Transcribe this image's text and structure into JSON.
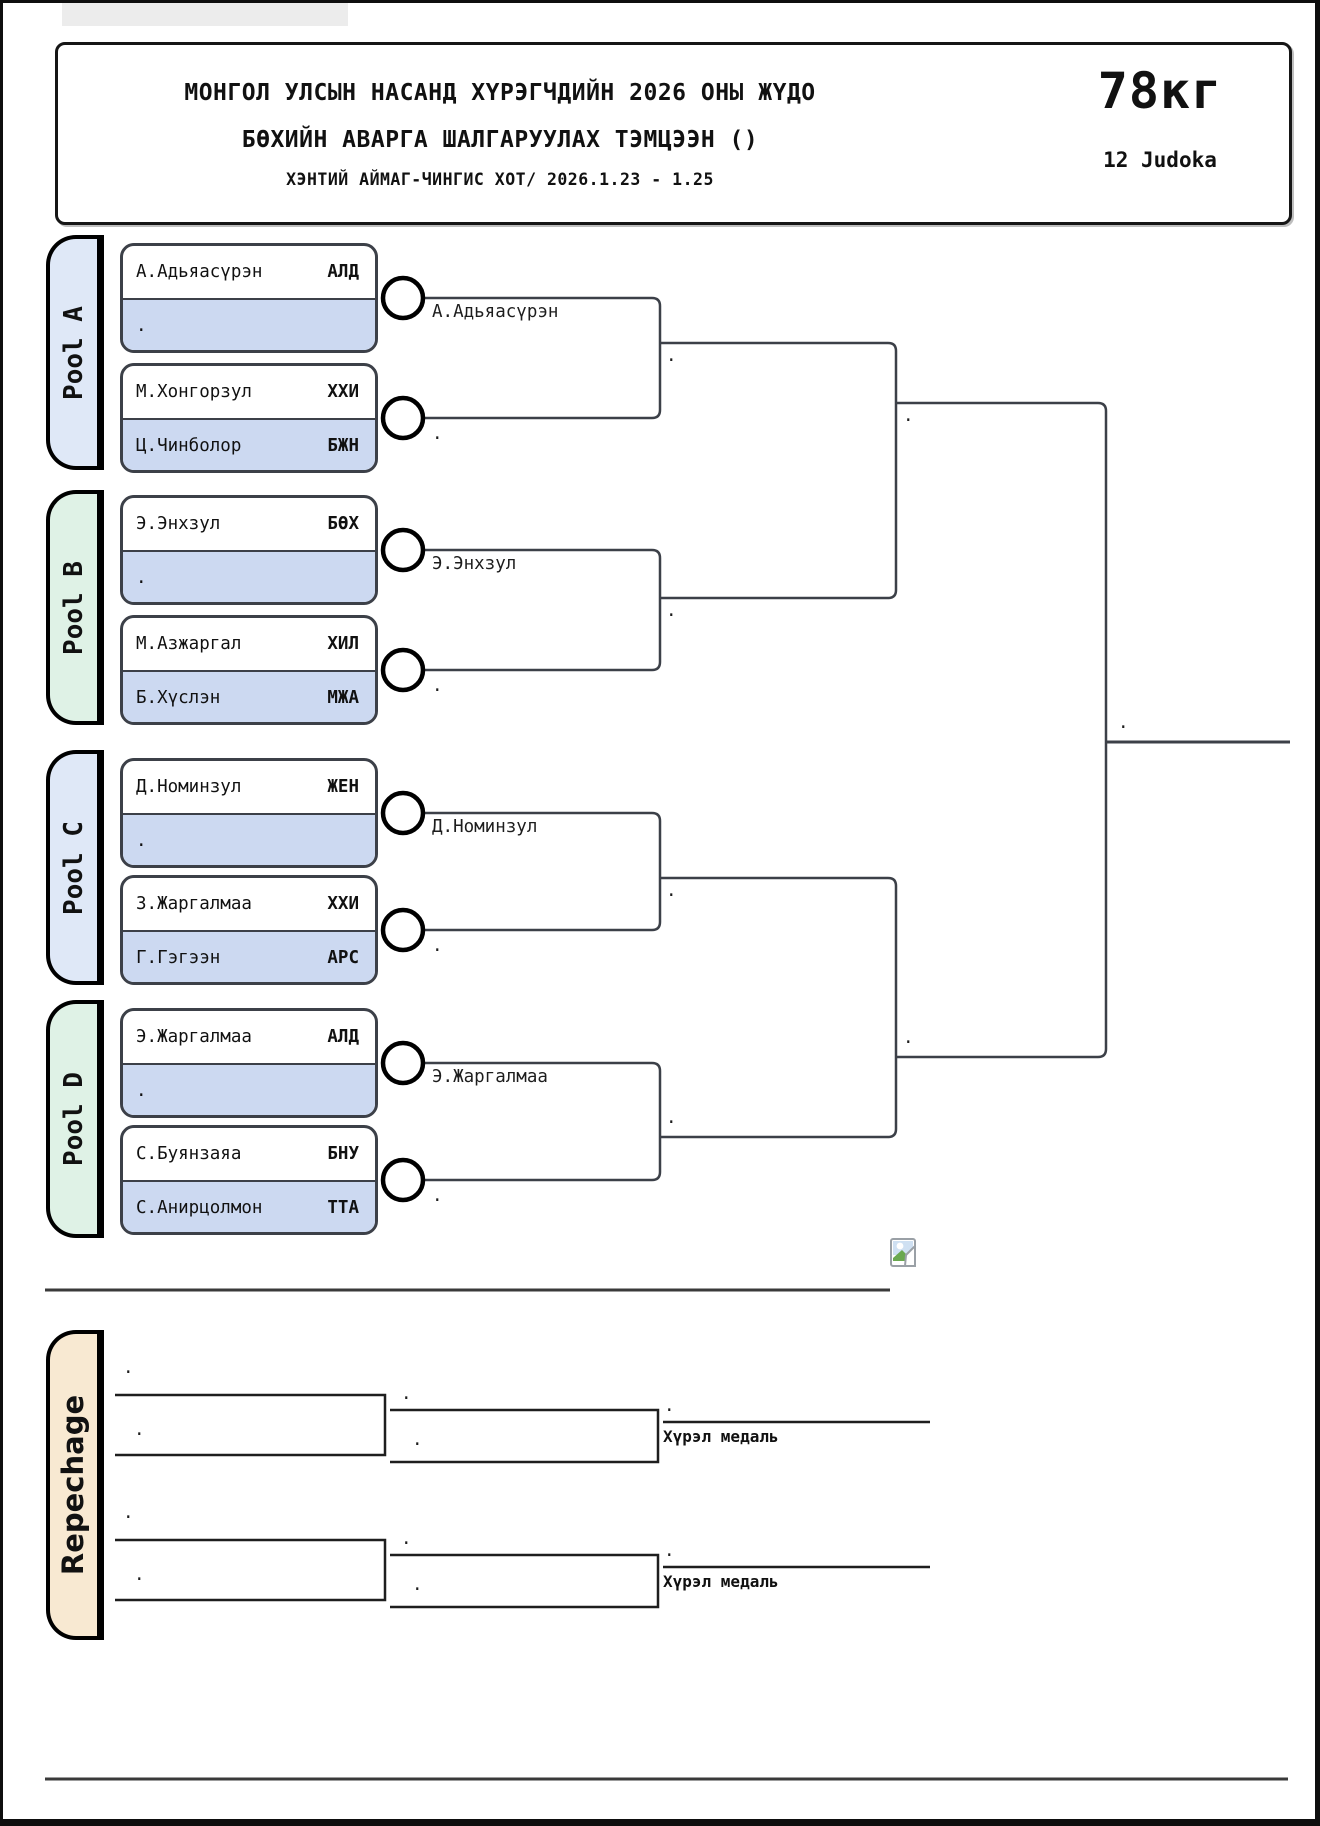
{
  "header": {
    "title_line1": "МОНГОЛ УЛСЫН НАСАНД ХҮРЭГЧДИЙН 2026 ОНЫ ЖҮДО",
    "title_line2": "БӨХИЙН АВАРГА ШАЛГАРУУЛАХ ТЭМЦЭЭН ()",
    "subtitle": "ХЭНТИЙ АЙМАГ-ЧИНГИС ХОТ/ 2026.1.23 - 1.25",
    "weight_class": "78кг",
    "judoka_count": "12 Judoka"
  },
  "pools": [
    {
      "label": "Pool A",
      "advancer": "А.Адьяасүрэн",
      "color": "#dfe8f7",
      "boxes": [
        {
          "row1": {
            "name": "А.Адьяасүрэн",
            "club": "АЛД"
          },
          "row2": {
            "name": ".",
            "club": ""
          }
        },
        {
          "row1": {
            "name": "М.Хонгорзул",
            "club": "ХХИ"
          },
          "row2": {
            "name": "Ц.Чинболор",
            "club": "БЖН"
          }
        }
      ]
    },
    {
      "label": "Pool B",
      "advancer": "Э.Энхзул",
      "color": "#dff2e6",
      "boxes": [
        {
          "row1": {
            "name": "Э.Энхзул",
            "club": "БӨХ"
          },
          "row2": {
            "name": ".",
            "club": ""
          }
        },
        {
          "row1": {
            "name": "М.Азжаргал",
            "club": "ХИЛ"
          },
          "row2": {
            "name": "Б.Хүслэн",
            "club": "МЖА"
          }
        }
      ]
    },
    {
      "label": "Pool C",
      "advancer": "Д.Номинзул",
      "color": "#dfe8f7",
      "boxes": [
        {
          "row1": {
            "name": "Д.Номинзул",
            "club": "ЖЕН"
          },
          "row2": {
            "name": ".",
            "club": ""
          }
        },
        {
          "row1": {
            "name": "З.Жаргалмаа",
            "club": "ХХИ"
          },
          "row2": {
            "name": "Г.Гэгээн",
            "club": "АРС"
          }
        }
      ]
    },
    {
      "label": "Pool D",
      "advancer": "Э.Жаргалмаа",
      "color": "#dff2e6",
      "boxes": [
        {
          "row1": {
            "name": "Э.Жаргалмаа",
            "club": "АЛД"
          },
          "row2": {
            "name": ".",
            "club": ""
          }
        },
        {
          "row1": {
            "name": "С.Буянзаяа",
            "club": "БНУ"
          },
          "row2": {
            "name": "С.Анирцолмон",
            "club": "ТТА"
          }
        }
      ]
    }
  ],
  "bracket": {
    "empty_slot": "."
  },
  "repechage": {
    "label": "Repechage",
    "color": "#f8e9d2",
    "bronze_label_1": "Хүрэл медаль",
    "bronze_label_2": "Хүрэл медаль"
  },
  "colors": {
    "row_highlight": "#ccd9f1",
    "line": "#3c4048",
    "circle_stroke": "#000000"
  }
}
